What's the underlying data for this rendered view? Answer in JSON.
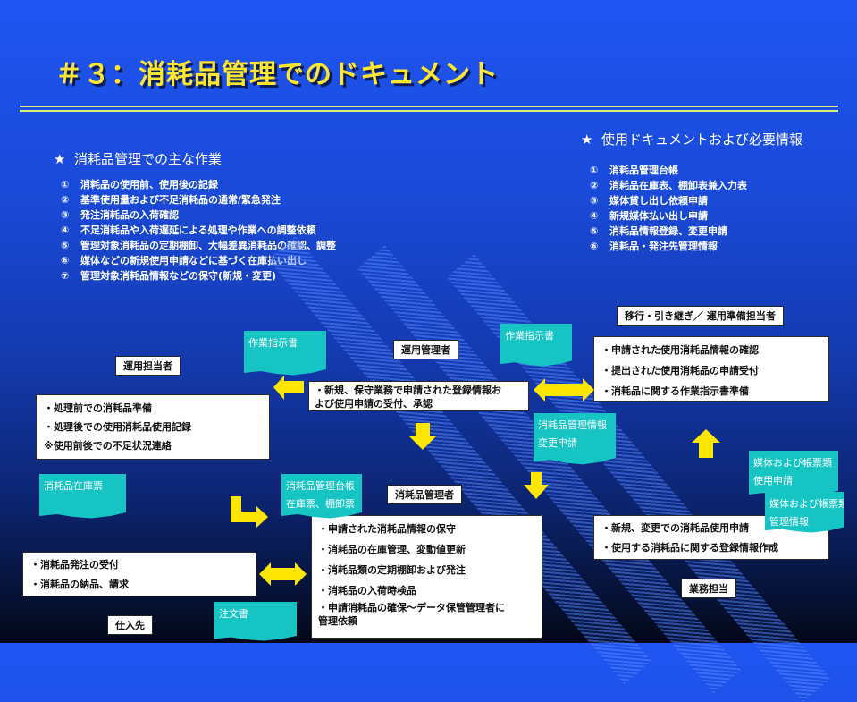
{
  "title": "＃３：消耗品管理でのドキュメント",
  "left_section": {
    "heading": "消耗品管理での主な作業",
    "items": [
      {
        "num": "①",
        "text": "消耗品の使用前、使用後の記録"
      },
      {
        "num": "②",
        "text": "基準使用量および不足消耗品の通常/緊急発注"
      },
      {
        "num": "③",
        "text": "発注消耗品の入荷確認"
      },
      {
        "num": "④",
        "text": "不足消耗品や入荷遅延による処理や作業への調整依頼"
      },
      {
        "num": "⑤",
        "text": "管理対象消耗品の定期棚卸、大幅差異消耗品の確認、調整"
      },
      {
        "num": "⑥",
        "text": "媒体などの新規使用申請などに基づく在庫払い出し"
      },
      {
        "num": "⑦",
        "text": "管理対象消耗品情報などの保守(新規・変更)"
      }
    ]
  },
  "right_section": {
    "heading": "使用ドキュメントおよび必要情報",
    "items": [
      {
        "num": "①",
        "text": "消耗品管理台帳"
      },
      {
        "num": "②",
        "text": "消耗品在庫表、棚卸表兼入力表"
      },
      {
        "num": "③",
        "text": "媒体貸し出し依頼申請"
      },
      {
        "num": "④",
        "text": "新規媒体払い出し申請"
      },
      {
        "num": "⑤",
        "text": "消耗品情報登録、変更申請"
      },
      {
        "num": "⑥",
        "text": "消耗品・発注先管理情報"
      }
    ]
  },
  "roles": {
    "operation_staff": "運用担当者",
    "operation_manager": "運用管理者",
    "migration_staff": "移行・引き継ぎ／ 運用準備担当者",
    "consumables_manager": "消耗品管理者",
    "business_staff": "業務担当",
    "supplier": "仕入先"
  },
  "boxes": {
    "operation_staff": [
      "・処理前での消耗品準備",
      "・処理後での使用消耗品使用記録",
      "※使用前後での不足状況連絡"
    ],
    "operation_manager": [
      "・新規、保守業務で申請された登録情報お",
      "よび使用申請の受付、承認"
    ],
    "migration": [
      "・申請された使用消耗品情報の確認",
      "・提出された使用消耗品の申請受付",
      "・消耗品に関する作業指示書準備"
    ],
    "consumables_manager": [
      "・申請された消耗品情報の保守",
      "・消耗品の在庫管理、変動値更新",
      "・消耗品類の定期棚卸および発注",
      "・消耗品の入荷時検品",
      "・申請消耗品の確保〜データ保管管理者に",
      "管理依頼"
    ],
    "business": [
      "・新規、変更での消耗品使用申請",
      "・使用する消耗品に関する登録情報作成"
    ],
    "supplier": [
      "・消耗品発注の受付",
      "・消耗品の納品、請求"
    ]
  },
  "documents": {
    "work_order_left": [
      "作業指示書"
    ],
    "work_order_right": [
      "作業指示書"
    ],
    "info_change": [
      "消耗品管理情報",
      "変更申請"
    ],
    "stock_slip": [
      "消耗品在庫票"
    ],
    "ledger": [
      "消耗品管理台帳",
      "在庫票、棚卸票"
    ],
    "media_usage": [
      "媒体および帳票類",
      "使用申請"
    ],
    "media_mgmt": [
      "媒体および帳票類",
      "管理情報"
    ],
    "purchase_order": [
      "注文書"
    ]
  },
  "colors": {
    "title": "#ffe62e",
    "arrow": "#ffe600",
    "document": "#17c4c4",
    "rule": "#d7f07a"
  }
}
